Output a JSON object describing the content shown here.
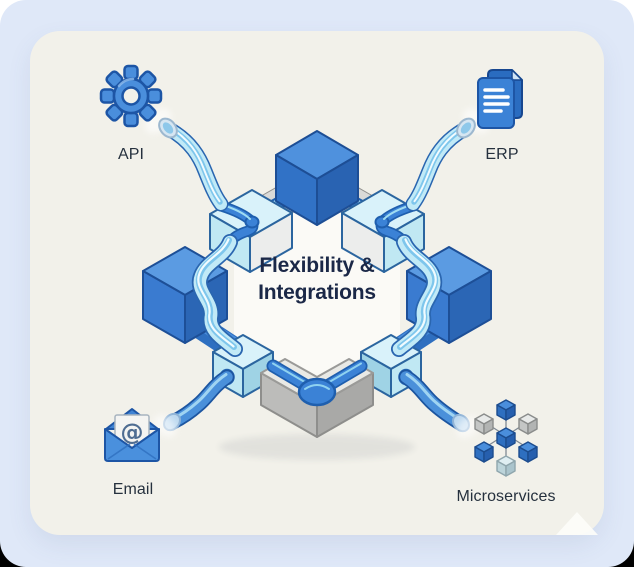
{
  "diagram": {
    "center": {
      "line1": "Flexibility &",
      "line2": "Integrations"
    },
    "nodes": [
      {
        "id": "api",
        "label": "API",
        "icon": "gear-icon",
        "position": "top-left"
      },
      {
        "id": "erp",
        "label": "ERP",
        "icon": "documents-icon",
        "position": "top-right"
      },
      {
        "id": "email",
        "label": "Email",
        "icon": "open-envelope-icon",
        "position": "bottom-left"
      },
      {
        "id": "microservices",
        "label": "Microservices",
        "icon": "cubes-cluster-icon",
        "position": "bottom-right"
      }
    ]
  },
  "palette": {
    "frame_background": "#dfe8f8",
    "card_background": "#f2f1ea",
    "primary_blue": "#3b82d6",
    "deep_blue": "#2b66b5",
    "outline_navy": "#1d4f97",
    "pipe_cyan": "#c1eaf7",
    "slab_cyan": "#d9f2fa",
    "block_gray": "#d8d8d6",
    "title_color": "#1b2847",
    "label_color": "#26313e"
  }
}
